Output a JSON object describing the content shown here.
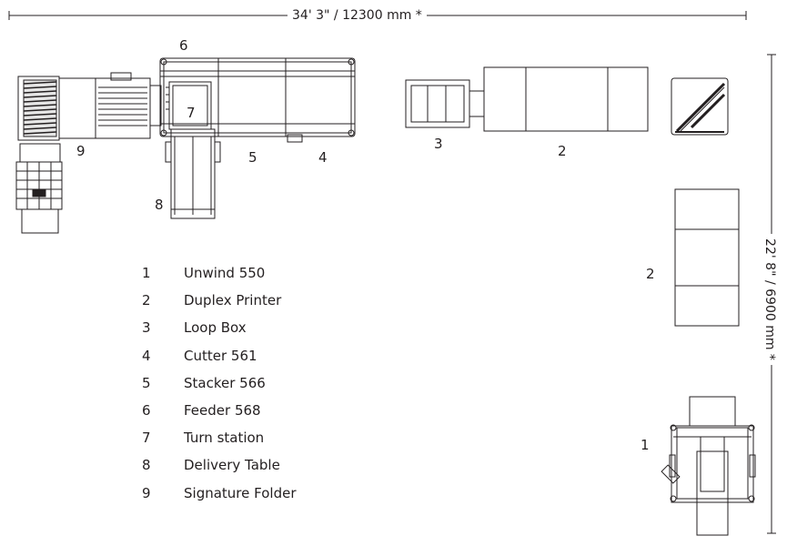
{
  "dimensions": {
    "width_label": "34' 3\" / 12300 mm *",
    "height_label": "22' 8\" / 6900 mm *"
  },
  "callouts": {
    "n1": "1",
    "n2_top": "2",
    "n2_side": "2",
    "n3": "3",
    "n4": "4",
    "n5": "5",
    "n6": "6",
    "n7": "7",
    "n8": "8",
    "n9": "9"
  },
  "legend": [
    {
      "number": "1",
      "label": "Unwind 550"
    },
    {
      "number": "2",
      "label": "Duplex Printer"
    },
    {
      "number": "3",
      "label": "Loop Box"
    },
    {
      "number": "4",
      "label": "Cutter 561"
    },
    {
      "number": "5",
      "label": "Stacker 566"
    },
    {
      "number": "6",
      "label": "Feeder 568"
    },
    {
      "number": "7",
      "label": "Turn station"
    },
    {
      "number": "8",
      "label": "Delivery Table"
    },
    {
      "number": "9",
      "label": "Signature Folder"
    }
  ],
  "colors": {
    "line": "#231f20",
    "fill": "#ffffff",
    "accent": "#2b2b2b"
  }
}
